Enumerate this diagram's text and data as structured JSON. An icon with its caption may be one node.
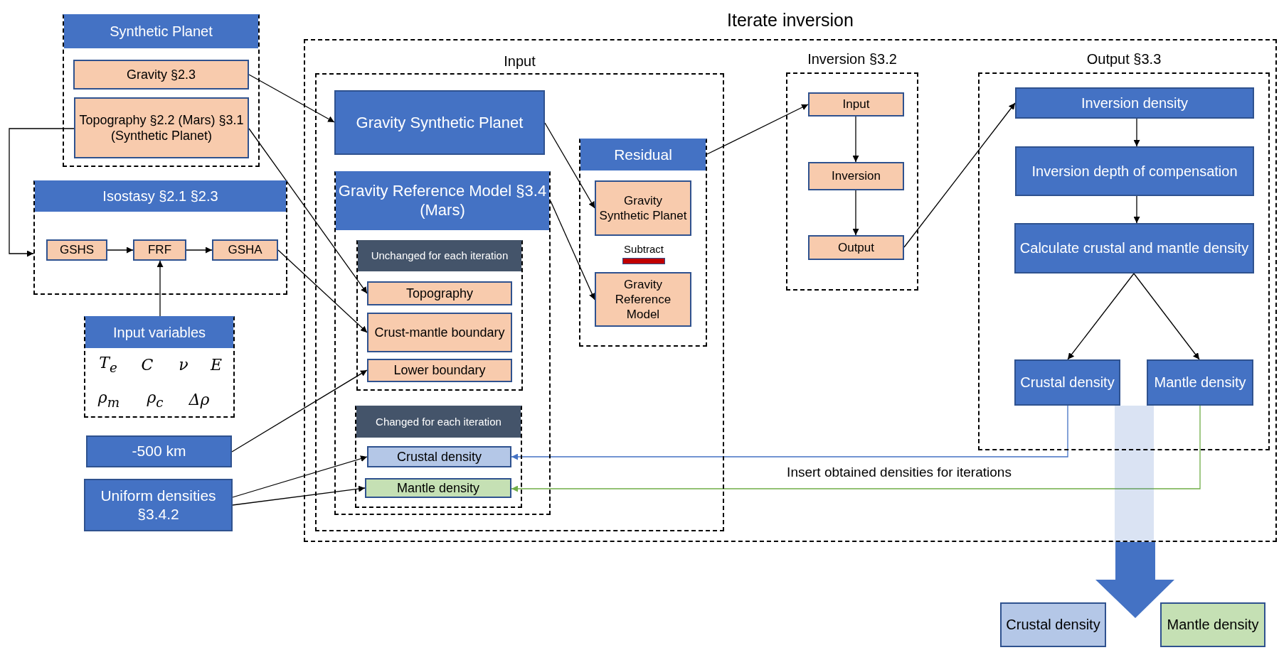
{
  "diagram": {
    "nodes": [
      {
        "text": [
          "Synthetic Planet"
        ]
      },
      {
        "text": [
          "Gravity §2.3"
        ],
        "in": 0
      },
      {
        "text": [
          "Topography §2.2 (Mars) §3.1 (Synthetic Planet)"
        ],
        "in": 0
      },
      {
        "text": [
          "Isostasy §2.1 §2.3"
        ]
      },
      {
        "text": [
          "GSHS"
        ],
        "in": 3
      },
      {
        "text": [
          "FRF"
        ],
        "in": 3
      },
      {
        "text": [
          "GSHA"
        ],
        "in": 3
      },
      {
        "text": [
          "Input variables",
          "T$_{e}$",
          "C",
          "ν",
          "E",
          "ρ$_{m}$",
          "ρ$_{c}$",
          "Δρ"
        ]
      },
      {
        "text": [
          "-500 km"
        ]
      },
      {
        "text": [
          "Uniform densities §3.4.2"
        ]
      },
      {
        "text": [
          "Iterate inversion"
        ]
      },
      {
        "text": [
          "Input"
        ],
        "in": 10
      },
      {
        "text": [
          "Gravity Synthetic Planet"
        ],
        "in": 11
      },
      {
        "text": [
          "Gravity Reference Model §3.4 (Mars)"
        ],
        "in": 11
      },
      {
        "text": [
          "Unchanged for each iteration"
        ],
        "in": 13
      },
      {
        "text": [
          "Topography"
        ],
        "in": 14
      },
      {
        "text": [
          "Crust-mantle boundary"
        ],
        "in": 14
      },
      {
        "text": [
          "Lower boundary"
        ],
        "in": 14
      },
      {
        "text": [
          "Changed for each iteration"
        ],
        "in": 13
      },
      {
        "text": [
          "Crustal density"
        ],
        "in": 18
      },
      {
        "text": [
          "Mantle density"
        ],
        "in": 18
      },
      {
        "text": [
          "Residual"
        ],
        "in": 11
      },
      {
        "text": [
          "Gravity Synthetic Planet"
        ],
        "in": 21
      },
      {
        "text": [
          "Gravity Reference Model"
        ],
        "in": 21
      },
      {
        "text": [
          "Inversion §3.2"
        ],
        "in": 10
      },
      {
        "text": [
          "Input"
        ],
        "in": 24
      },
      {
        "text": [
          "Inversion"
        ],
        "in": 24
      },
      {
        "text": [
          "Output"
        ],
        "in": 24
      },
      {
        "text": [
          "Output §3.3"
        ],
        "in": 10
      },
      {
        "text": [
          "Inversion density"
        ],
        "in": 28
      },
      {
        "text": [
          "Inversion depth of compensation"
        ],
        "in": 28
      },
      {
        "text": [
          "Calculate crustal and mantle density"
        ],
        "in": 28
      },
      {
        "text": [
          "Crustal density"
        ],
        "in": 28
      },
      {
        "text": [
          "Mantle density"
        ],
        "in": 28
      },
      {
        "text": [
          "Crustal density"
        ]
      },
      {
        "text": [
          "Mantle density"
        ]
      }
    ],
    "edges": [
      {
        "from": 1,
        "to": 12,
        "arrow": "to"
      },
      {
        "from": 2,
        "to": 3,
        "arrow": "to"
      },
      {
        "from": 2,
        "to": 15,
        "arrow": "to"
      },
      {
        "from": 4,
        "to": 5,
        "arrow": "to"
      },
      {
        "from": 5,
        "to": 6,
        "arrow": "to"
      },
      {
        "from": 7,
        "to": 5,
        "arrow": "to"
      },
      {
        "from": 6,
        "to": 16,
        "arrow": "to"
      },
      {
        "from": 8,
        "to": 17,
        "arrow": "to"
      },
      {
        "from": 9,
        "to": 19,
        "arrow": "to"
      },
      {
        "from": 9,
        "to": 20,
        "arrow": "to"
      },
      {
        "from": 12,
        "to": 22,
        "arrow": "to"
      },
      {
        "from": 13,
        "to": 23,
        "arrow": "to"
      },
      {
        "from": 21,
        "to": 25,
        "arrow": "to"
      },
      {
        "from": 25,
        "to": 26,
        "arrow": "to"
      },
      {
        "from": 26,
        "to": 27,
        "arrow": "to"
      },
      {
        "from": 27,
        "to": 29,
        "arrow": "to"
      },
      {
        "from": 29,
        "to": 30,
        "arrow": "to"
      },
      {
        "from": 30,
        "to": 31,
        "arrow": "to"
      },
      {
        "from": 31,
        "to": 32,
        "arrow": "to"
      },
      {
        "from": 31,
        "to": 33,
        "arrow": "to"
      },
      {
        "from": 32,
        "to": 19,
        "arrow": "to",
        "color": "#4472c4"
      },
      {
        "from": 33,
        "to": 20,
        "arrow": "to",
        "color": "#70ad47"
      },
      {
        "from": 10,
        "to": null,
        "arrow": "to",
        "style": "thick",
        "color": "#4472c4"
      }
    ],
    "labels": [
      "Subtract",
      "Insert obtained densities for iterations"
    ]
  }
}
